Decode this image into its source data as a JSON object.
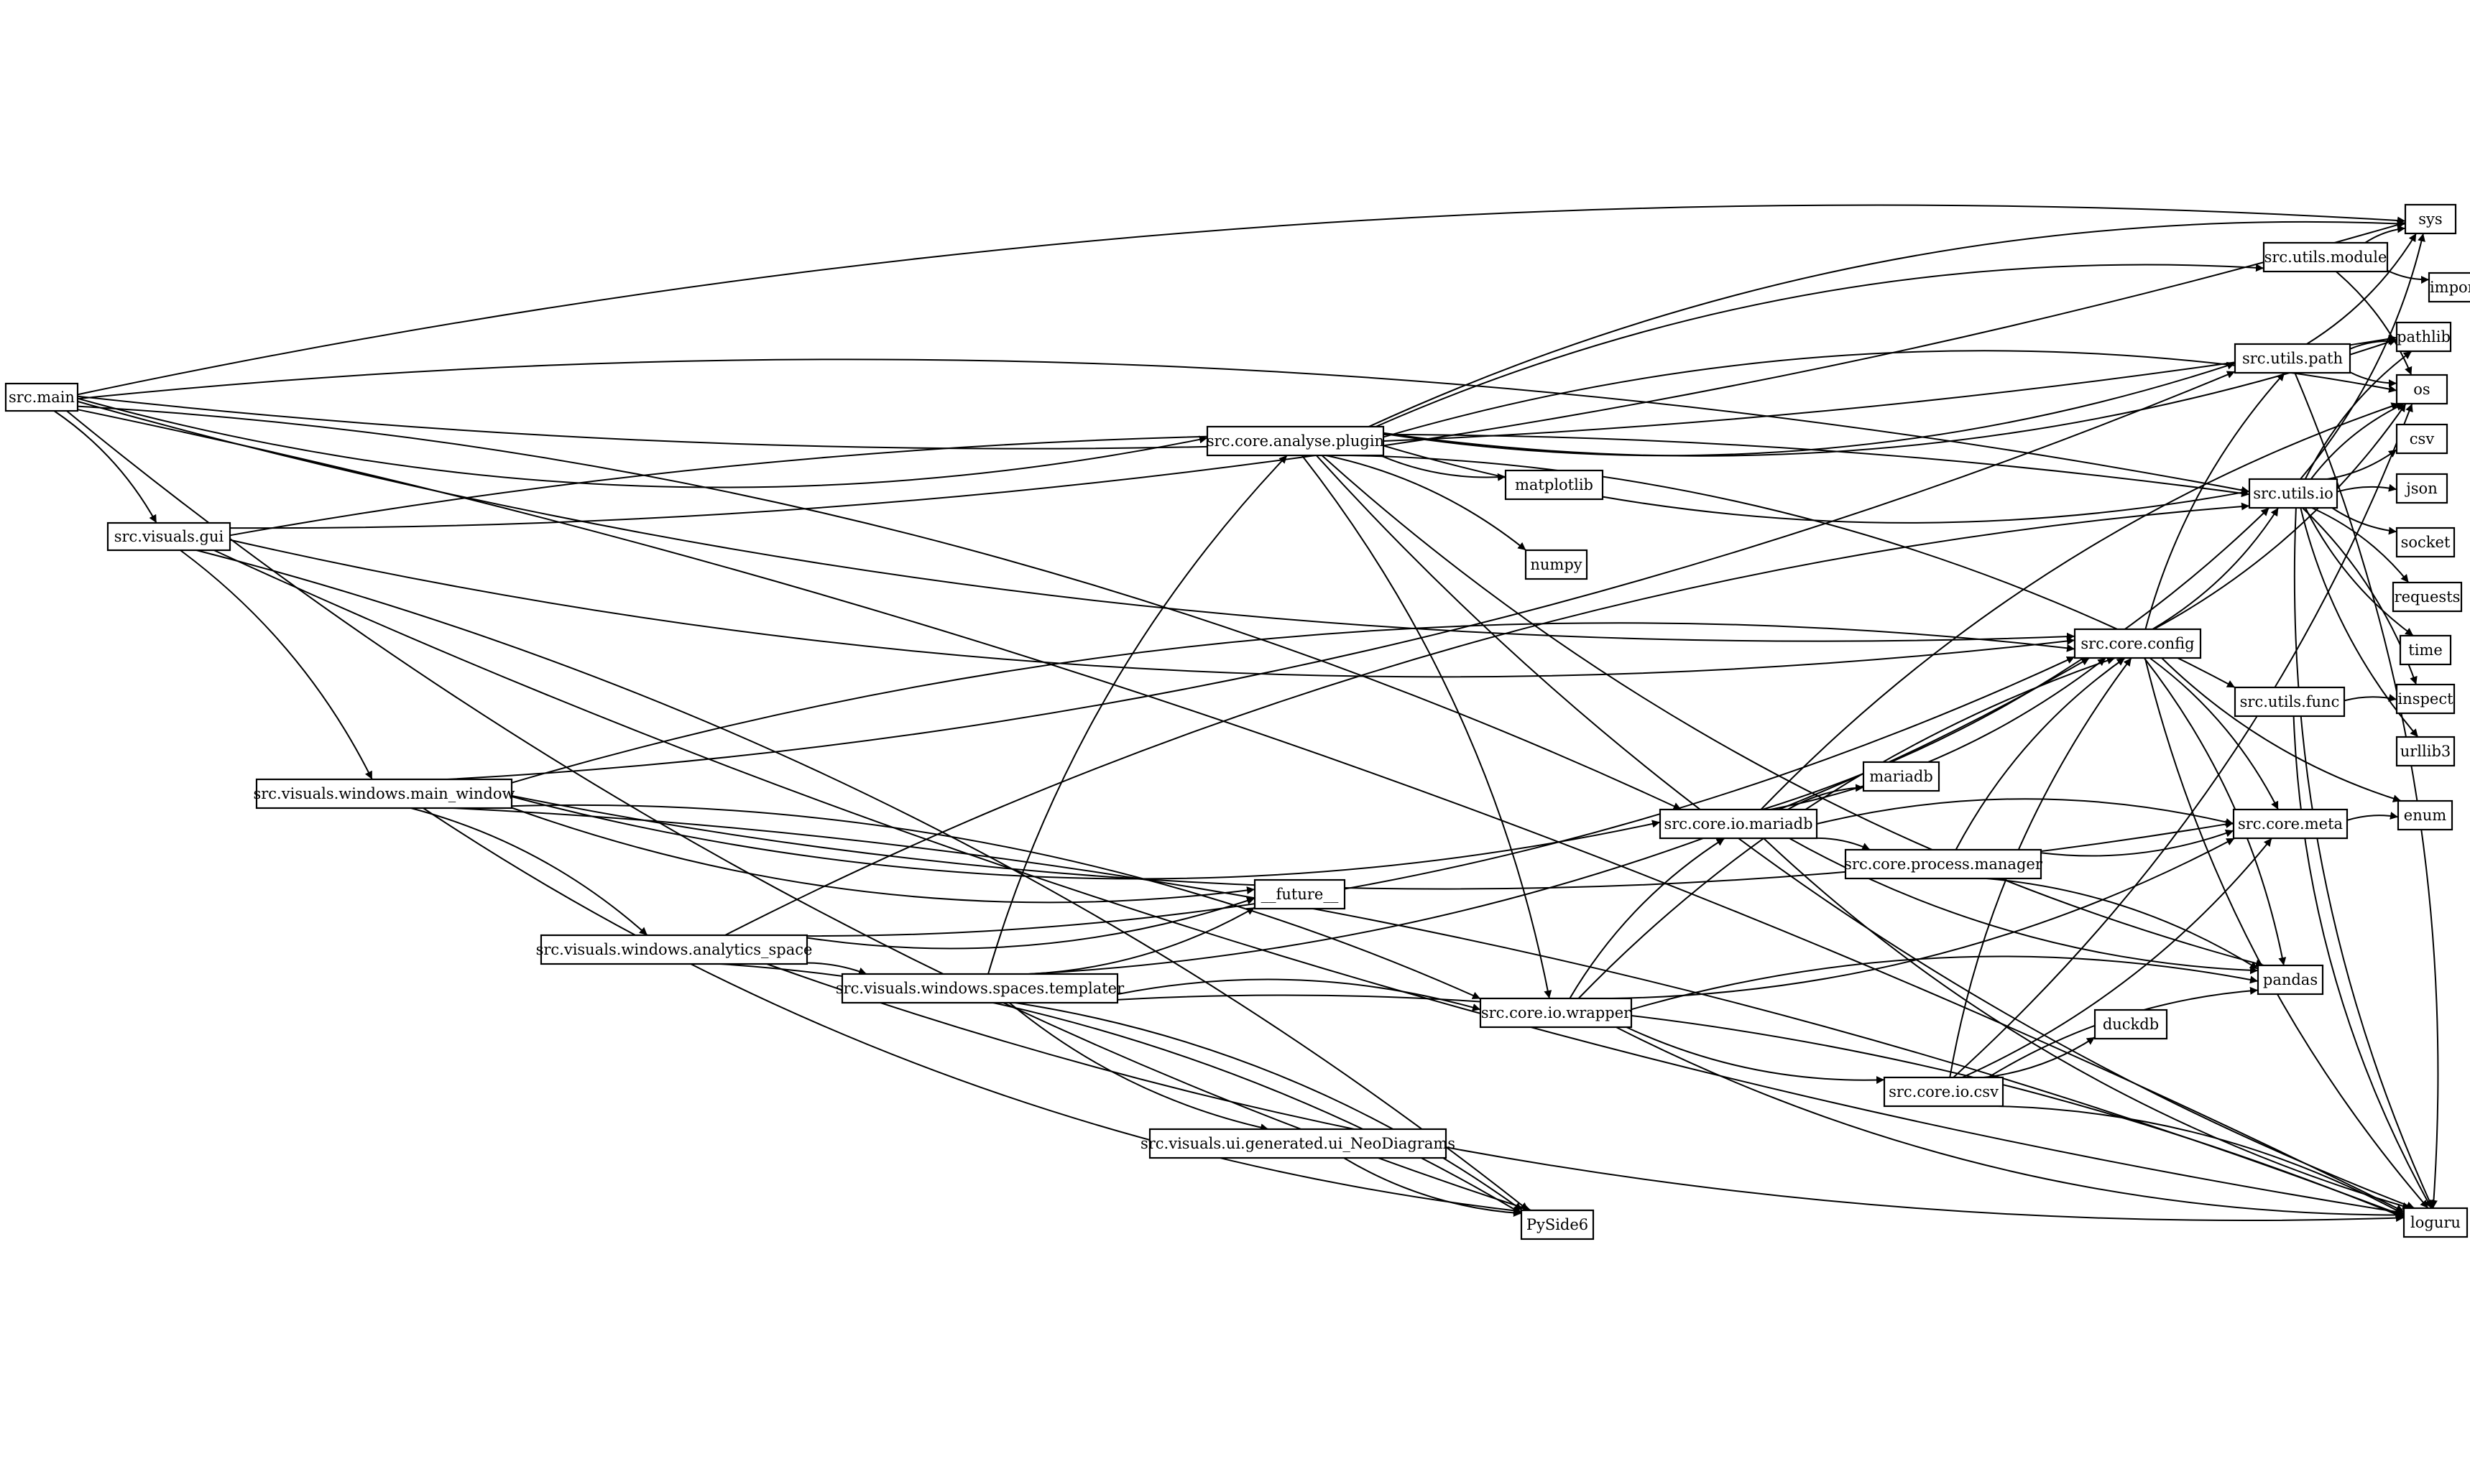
{
  "nodes": [
    {
      "id": "src.main",
      "label": "src.main"
    },
    {
      "id": "src.visuals.gui",
      "label": "src.visuals.gui"
    },
    {
      "id": "src.visuals.windows.main_window",
      "label": "src.visuals.windows.main_window"
    },
    {
      "id": "src.visuals.windows.analytics_space",
      "label": "src.visuals.windows.analytics_space"
    },
    {
      "id": "src.visuals.windows.spaces.templater",
      "label": "src.visuals.windows.spaces.templater"
    },
    {
      "id": "src.visuals.ui.generated.ui_NeoDiagrams",
      "label": "src.visuals.ui.generated.ui_NeoDiagrams"
    },
    {
      "id": "src.core.analyse.plugin",
      "label": "src.core.analyse.plugin"
    },
    {
      "id": "matplotlib",
      "label": "matplotlib"
    },
    {
      "id": "numpy",
      "label": "numpy"
    },
    {
      "id": "__future__",
      "label": "__future__"
    },
    {
      "id": "PySide6",
      "label": "PySide6"
    },
    {
      "id": "src.core.io.wrapper",
      "label": "src.core.io.wrapper"
    },
    {
      "id": "src.core.io.mariadb",
      "label": "src.core.io.mariadb"
    },
    {
      "id": "mariadb",
      "label": "mariadb"
    },
    {
      "id": "src.core.process.manager",
      "label": "src.core.process.manager"
    },
    {
      "id": "src.core.io.csv",
      "label": "src.core.io.csv"
    },
    {
      "id": "duckdb",
      "label": "duckdb"
    },
    {
      "id": "src.core.config",
      "label": "src.core.config"
    },
    {
      "id": "src.utils.module",
      "label": "src.utils.module"
    },
    {
      "id": "src.utils.path",
      "label": "src.utils.path"
    },
    {
      "id": "src.utils.io",
      "label": "src.utils.io"
    },
    {
      "id": "src.utils.func",
      "label": "src.utils.func"
    },
    {
      "id": "src.core.meta",
      "label": "src.core.meta"
    },
    {
      "id": "pandas",
      "label": "pandas"
    },
    {
      "id": "sys",
      "label": "sys"
    },
    {
      "id": "importlib",
      "label": "importlib"
    },
    {
      "id": "pathlib",
      "label": "pathlib"
    },
    {
      "id": "os",
      "label": "os"
    },
    {
      "id": "csv",
      "label": "csv"
    },
    {
      "id": "json",
      "label": "json"
    },
    {
      "id": "socket",
      "label": "socket"
    },
    {
      "id": "requests",
      "label": "requests"
    },
    {
      "id": "time",
      "label": "time"
    },
    {
      "id": "inspect",
      "label": "inspect"
    },
    {
      "id": "urllib3",
      "label": "urllib3"
    },
    {
      "id": "enum",
      "label": "enum"
    },
    {
      "id": "loguru",
      "label": "loguru"
    }
  ],
  "edges": [
    [
      "src.main",
      "sys"
    ],
    [
      "src.main",
      "pathlib"
    ],
    [
      "src.main",
      "src.utils.io"
    ],
    [
      "src.main",
      "src.core.analyse.plugin"
    ],
    [
      "src.main",
      "src.visuals.gui"
    ],
    [
      "src.main",
      "src.core.config"
    ],
    [
      "src.main",
      "src.core.io.mariadb"
    ],
    [
      "src.main",
      "PySide6"
    ],
    [
      "src.main",
      "loguru"
    ],
    [
      "src.visuals.gui",
      "sys"
    ],
    [
      "src.visuals.gui",
      "src.visuals.windows.main_window"
    ],
    [
      "src.visuals.gui",
      "src.core.config"
    ],
    [
      "src.visuals.gui",
      "PySide6"
    ],
    [
      "src.visuals.gui",
      "loguru"
    ],
    [
      "src.visuals.gui",
      "src.utils.io"
    ],
    [
      "src.visuals.windows.main_window",
      "src.utils.path"
    ],
    [
      "src.visuals.windows.main_window",
      "src.core.config"
    ],
    [
      "src.visuals.windows.main_window",
      "src.core.io.mariadb"
    ],
    [
      "src.visuals.windows.main_window",
      "src.visuals.windows.analytics_space"
    ],
    [
      "src.visuals.windows.main_window",
      "__future__"
    ],
    [
      "src.visuals.windows.main_window",
      "src.core.io.wrapper"
    ],
    [
      "src.visuals.windows.main_window",
      "PySide6"
    ],
    [
      "src.visuals.windows.main_window",
      "loguru"
    ],
    [
      "src.visuals.windows.main_window",
      "src.core.meta"
    ],
    [
      "src.visuals.windows.analytics_space",
      "src.visuals.windows.spaces.templater"
    ],
    [
      "src.visuals.windows.analytics_space",
      "__future__"
    ],
    [
      "src.visuals.windows.analytics_space",
      "src.utils.io"
    ],
    [
      "src.visuals.windows.analytics_space",
      "src.core.config"
    ],
    [
      "src.visuals.windows.analytics_space",
      "PySide6"
    ],
    [
      "src.visuals.windows.analytics_space",
      "loguru"
    ],
    [
      "src.visuals.windows.spaces.templater",
      "src.core.analyse.plugin"
    ],
    [
      "src.visuals.windows.spaces.templater",
      "__future__"
    ],
    [
      "src.visuals.windows.spaces.templater",
      "src.core.io.wrapper"
    ],
    [
      "src.visuals.windows.spaces.templater",
      "src.visuals.ui.generated.ui_NeoDiagrams"
    ],
    [
      "src.visuals.windows.spaces.templater",
      "PySide6"
    ],
    [
      "src.visuals.windows.spaces.templater",
      "src.core.config"
    ],
    [
      "src.visuals.windows.spaces.templater",
      "loguru"
    ],
    [
      "src.visuals.ui.generated.ui_NeoDiagrams",
      "PySide6"
    ],
    [
      "src.core.analyse.plugin",
      "sys"
    ],
    [
      "src.core.analyse.plugin",
      "pathlib"
    ],
    [
      "src.core.analyse.plugin",
      "src.utils.module"
    ],
    [
      "src.core.analyse.plugin",
      "src.utils.path"
    ],
    [
      "src.core.analyse.plugin",
      "os"
    ],
    [
      "src.core.analyse.plugin",
      "src.utils.io"
    ],
    [
      "src.core.analyse.plugin",
      "src.utils.func"
    ],
    [
      "src.core.analyse.plugin",
      "matplotlib"
    ],
    [
      "src.core.analyse.plugin",
      "numpy"
    ],
    [
      "src.core.analyse.plugin",
      "pandas"
    ],
    [
      "src.core.analyse.plugin",
      "src.core.io.wrapper"
    ],
    [
      "src.core.analyse.plugin",
      "loguru"
    ],
    [
      "src.core.io.wrapper",
      "src.core.io.mariadb"
    ],
    [
      "src.core.io.wrapper",
      "src.core.io.csv"
    ],
    [
      "src.core.io.wrapper",
      "src.core.config"
    ],
    [
      "src.core.io.wrapper",
      "src.core.meta"
    ],
    [
      "src.core.io.wrapper",
      "pandas"
    ],
    [
      "src.core.io.wrapper",
      "loguru"
    ],
    [
      "src.core.io.mariadb",
      "mariadb"
    ],
    [
      "src.core.io.mariadb",
      "src.core.config"
    ],
    [
      "src.core.io.mariadb",
      "src.core.process.manager"
    ],
    [
      "src.core.io.mariadb",
      "src.utils.io"
    ],
    [
      "src.core.io.mariadb",
      "os"
    ],
    [
      "src.core.io.mariadb",
      "pandas"
    ],
    [
      "src.core.io.mariadb",
      "src.core.meta"
    ],
    [
      "src.core.io.mariadb",
      "loguru"
    ],
    [
      "src.core.process.manager",
      "src.core.config"
    ],
    [
      "src.core.process.manager",
      "src.core.meta"
    ],
    [
      "src.core.process.manager",
      "pandas"
    ],
    [
      "src.core.io.csv",
      "duckdb"
    ],
    [
      "src.core.io.csv",
      "src.core.config"
    ],
    [
      "src.core.io.csv",
      "src.core.meta"
    ],
    [
      "src.core.io.csv",
      "pandas"
    ],
    [
      "src.core.io.csv",
      "os"
    ],
    [
      "src.core.io.csv",
      "loguru"
    ],
    [
      "src.core.config",
      "src.utils.io"
    ],
    [
      "src.core.config",
      "src.utils.path"
    ],
    [
      "src.core.config",
      "os"
    ],
    [
      "src.core.config",
      "src.core.meta"
    ],
    [
      "src.core.config",
      "enum"
    ],
    [
      "src.core.config",
      "pandas"
    ],
    [
      "src.core.config",
      "loguru"
    ],
    [
      "src.utils.module",
      "sys"
    ],
    [
      "src.utils.module",
      "importlib"
    ],
    [
      "src.utils.module",
      "os"
    ],
    [
      "src.utils.path",
      "sys"
    ],
    [
      "src.utils.path",
      "pathlib"
    ],
    [
      "src.utils.path",
      "os"
    ],
    [
      "src.utils.path",
      "loguru"
    ],
    [
      "src.utils.io",
      "sys"
    ],
    [
      "src.utils.io",
      "os"
    ],
    [
      "src.utils.io",
      "csv"
    ],
    [
      "src.utils.io",
      "json"
    ],
    [
      "src.utils.io",
      "socket"
    ],
    [
      "src.utils.io",
      "requests"
    ],
    [
      "src.utils.io",
      "time"
    ],
    [
      "src.utils.io",
      "inspect"
    ],
    [
      "src.utils.io",
      "urllib3"
    ],
    [
      "src.utils.io",
      "pathlib"
    ],
    [
      "src.utils.io",
      "loguru"
    ],
    [
      "src.utils.func",
      "inspect"
    ],
    [
      "src.utils.func",
      "loguru"
    ],
    [
      "src.core.meta",
      "enum"
    ]
  ]
}
